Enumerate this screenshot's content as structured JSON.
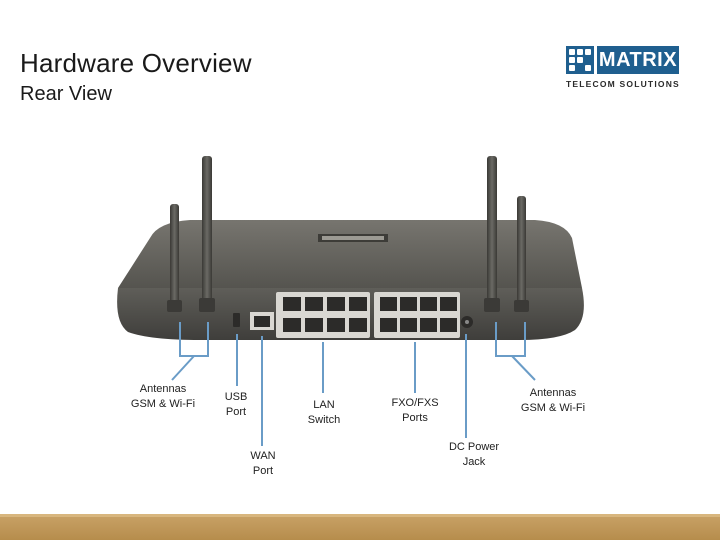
{
  "slide": {
    "title": "Hardware Overview",
    "subtitle": "Rear View"
  },
  "logo": {
    "word": "MATRIX",
    "tagline": "TELECOM SOLUTIONS",
    "color": "#1f5f8f"
  },
  "labels": {
    "antennas_left": {
      "line1": "Antennas",
      "line2": "GSM & Wi-Fi"
    },
    "usb": {
      "line1": "USB",
      "line2": "Port"
    },
    "wan": {
      "line1": "WAN",
      "line2": "Port"
    },
    "lan": {
      "line1": "LAN",
      "line2": "Switch"
    },
    "fxo": {
      "line1": "FXO/FXS",
      "line2": "Ports"
    },
    "dc": {
      "line1": "DC Power",
      "line2": "Jack"
    },
    "antennas_right": {
      "line1": "Antennas",
      "line2": "GSM & Wi-Fi"
    }
  },
  "colors": {
    "callout": "#6a9cc7",
    "device": "#5b5a56",
    "footer": "#c19a5c"
  }
}
